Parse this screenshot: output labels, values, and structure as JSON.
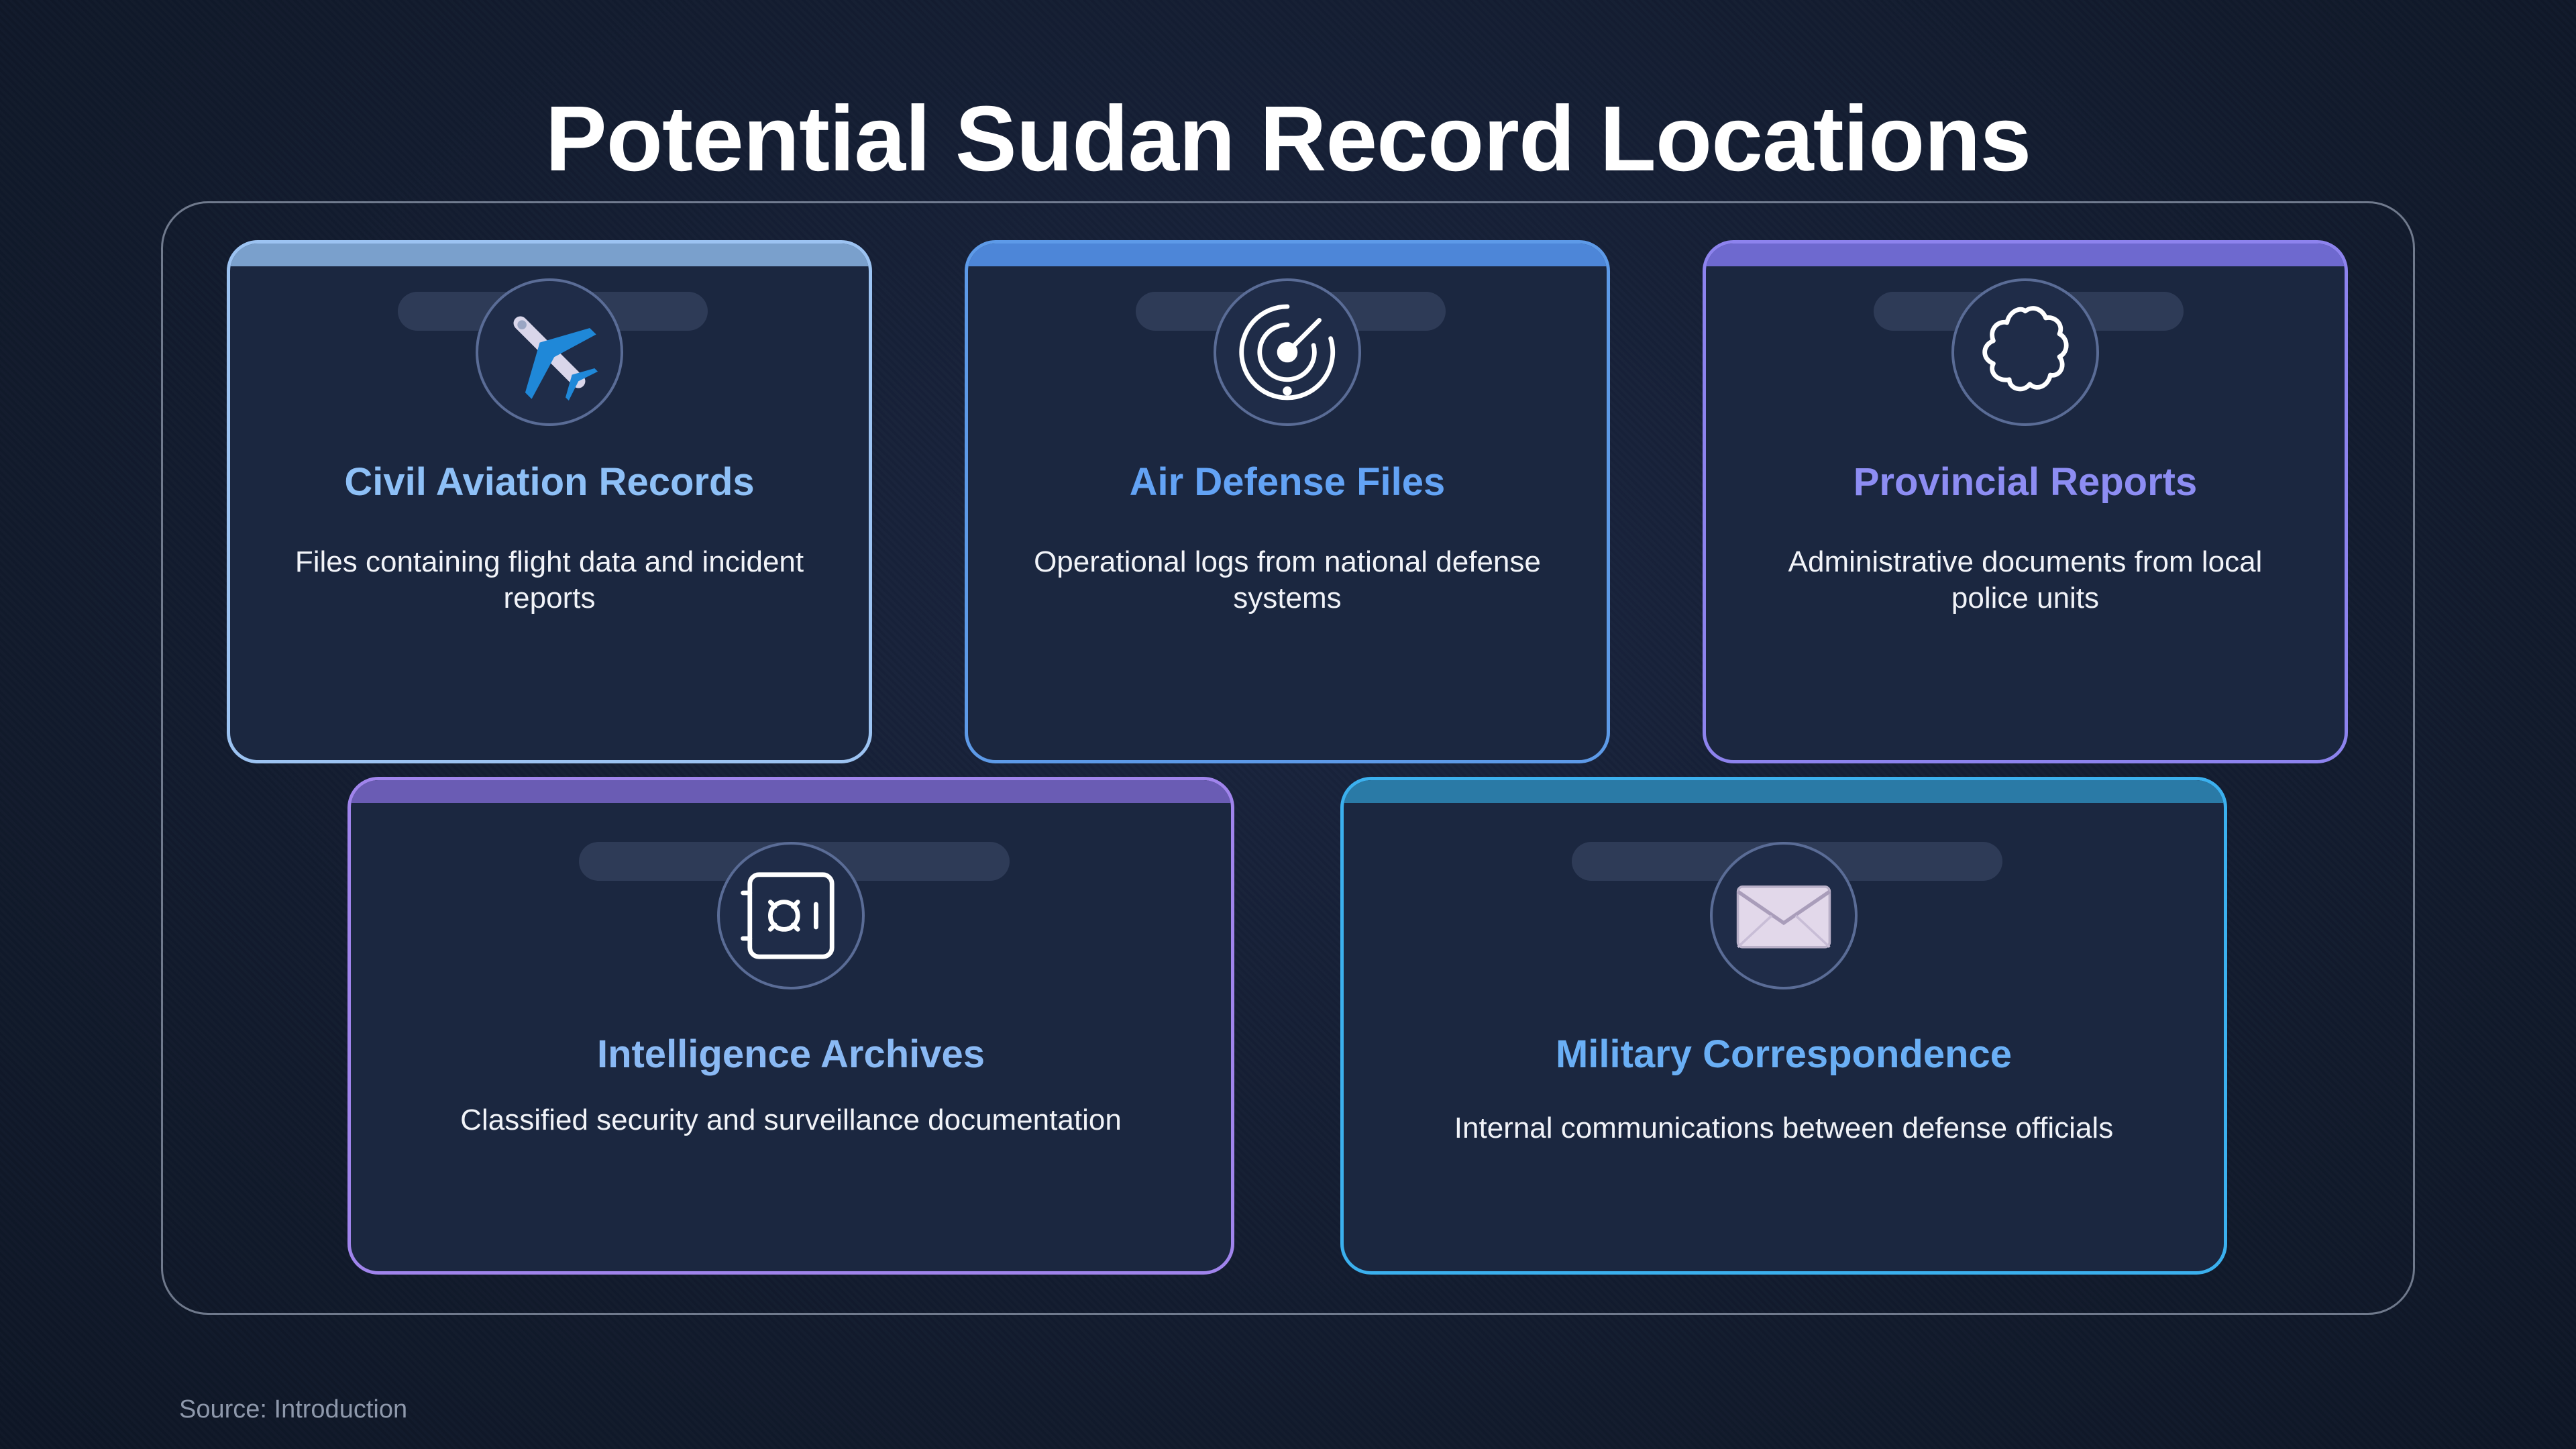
{
  "title": "Potential Sudan Record Locations",
  "cards": [
    {
      "title": "Civil Aviation Records",
      "description": "Files containing flight data and incident reports",
      "icon": "airplane-icon",
      "accent": "#9cc3f2"
    },
    {
      "title": "Air Defense Files",
      "description": "Operational logs from national defense systems",
      "icon": "radar-icon",
      "accent": "#5d9ae8"
    },
    {
      "title": "Provincial Reports",
      "description": "Administrative documents from local police units",
      "icon": "badge-icon",
      "accent": "#8d83ee"
    },
    {
      "title": "Intelligence Archives",
      "description": "Classified security and surveillance documentation",
      "icon": "safe-icon",
      "accent": "#a084ec"
    },
    {
      "title": "Military Correspondence",
      "description": "Internal communications between defense officials",
      "icon": "envelope-icon",
      "accent": "#3bb0ee"
    }
  ],
  "source": "Source: Introduction"
}
